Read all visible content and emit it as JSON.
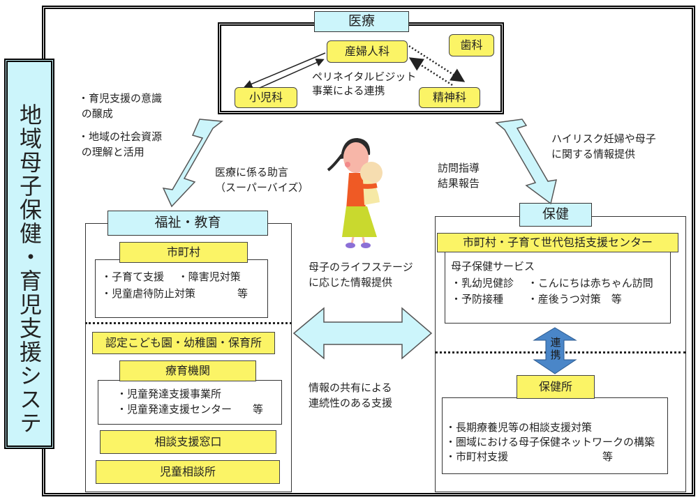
{
  "system_title": "地域母子保健・育児支援システム",
  "medical": {
    "title": "医療",
    "obgyn": "産婦人科",
    "pediatrics": "小児科",
    "psychiatry": "精神科",
    "dentistry": "歯科",
    "perinatal_note": "ペリネイタルビジット\n事業による連携"
  },
  "left_notes": {
    "item1": "・育児支援の意識\n の醸成",
    "item2": "・地域の社会資源\n の理解と活用"
  },
  "arrow_labels": {
    "medical_advice": "医療に係る助言\n（スーパーバイズ）",
    "visit_report": "訪問指導\n結果報告",
    "high_risk_info": "ハイリスク妊婦や母子\nに関する情報提供",
    "lifestage_info": "母子のライフステージ\nに応じた情報提供",
    "shared_info": "情報の共有による\n連続性のある支援",
    "cooperation": "連\n携"
  },
  "welfare": {
    "title": "福祉・教育",
    "municipality": "市町村",
    "municipality_items": "・子育て支援　 ・障害児対策\n・児童虐待防止対策　　　　等",
    "nursery": "認定こども園・幼稚園・保育所",
    "therapy_org": "療育機関",
    "therapy_items": "・児童発達支援事業所\n・児童発達支援センター　　等",
    "consultation": "相談支援窓口",
    "child_guidance": "児童相談所"
  },
  "health": {
    "title": "保健",
    "center": "市町村・子育て世代包括支援センター",
    "services_title": "母子保健サービス",
    "services_items": "・乳幼児健診　 ・こんにちは赤ちゃん訪問\n・予防接種　　 ・産後うつ対策　等",
    "health_office": "保健所",
    "office_items": "・長期療養児等の相談支援対策\n・圏域における母子保健ネットワークの構築\n・市町村支援　　　　　　　　　等"
  },
  "colors": {
    "cyan_fill": "#ccf5fb",
    "yellow_fill": "#fbf466",
    "blue_arrow": "#4a86c8"
  }
}
